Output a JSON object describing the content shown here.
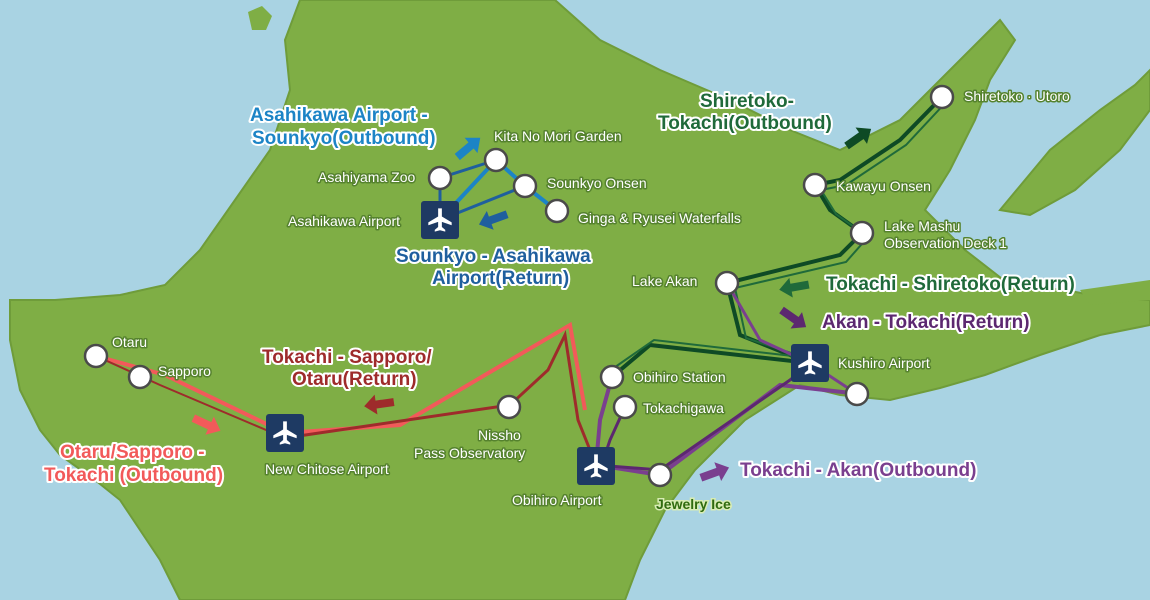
{
  "colors": {
    "sea": "#a9d3e3",
    "land": "#7fae45",
    "coast": "#6f9c3a",
    "route_blue": "#1c84c6",
    "route_darkblue": "#1f5f9e",
    "route_green": "#1f6a3a",
    "route_darkgreen": "#0e4a25",
    "route_red": "#f25a5a",
    "route_darkred": "#9e2b2b",
    "route_purple": "#7a3f8f",
    "route_darkpurple": "#5c2870"
  },
  "stops": {
    "otaru": "Otaru",
    "sapporo": "Sapporo",
    "new_chitose": "New Chitose Airport",
    "nissho_1": "Nissho",
    "nissho_2": "Pass Observatory",
    "asahiyama": "Asahiyama Zoo",
    "asahikawa_airport": "Asahikawa Airport",
    "kita_no_mori": "Kita No Mori Garden",
    "sounkyo_onsen": "Sounkyo Onsen",
    "ginga": "Ginga & Ryusei Waterfalls",
    "obihiro_station": "Obihiro Station",
    "tokachigawa": "Tokachigawa",
    "obihiro_airport": "Obihiro Airport",
    "jewelry_ice": "Jewelry Ice",
    "kushiro_airport": "Kushiro Airport",
    "lake_akan": "Lake Akan",
    "lake_mashu_1": "Lake Mashu",
    "lake_mashu_2": "Observation Deck 1",
    "kawayu": "Kawayu Onsen",
    "shiretoko_utoro": "Shiretoko · Utoro"
  },
  "routes": {
    "asahikawa_out_1": "Asahikawa Airport -",
    "asahikawa_out_2": "Sounkyo(Outbound)",
    "sounkyo_ret_1": "Sounkyo - Asahikawa",
    "sounkyo_ret_2": "Airport(Return)",
    "shiretoko_out_1": "Shiretoko-",
    "shiretoko_out_2": "Tokachi(Outbound)",
    "tokachi_shiretoko_ret": "Tokachi - Shiretoko(Return)",
    "akan_tokachi_ret": "Akan - Tokachi(Return)",
    "tokachi_sapporo_ret_1": "Tokachi - Sapporo/",
    "tokachi_sapporo_ret_2": "Otaru(Return)",
    "otaru_out_1": "Otaru/Sapporo -",
    "otaru_out_2": "Tokachi (Outbound)",
    "tokachi_akan_out": "Tokachi - Akan(Outbound)"
  }
}
